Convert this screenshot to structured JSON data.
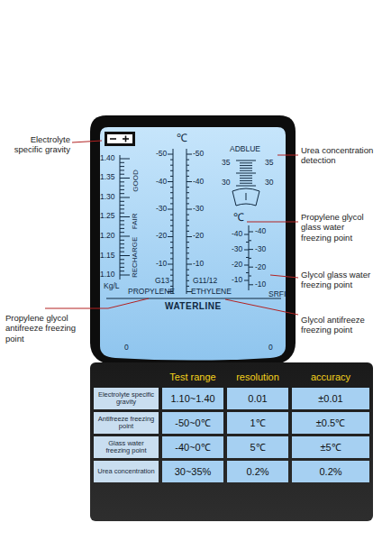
{
  "diagram": {
    "labels": [
      "1.40",
      "1.35",
      "1.30",
      "1.25",
      "1.20",
      "1.15",
      "1.10",
      "Kg/L",
      "GOOD",
      "FAIR",
      "RECHARGE",
      "℃",
      "-50",
      "-40",
      "-30",
      "-20",
      "-10",
      "G13",
      "PROPYLENE",
      "-50",
      "-40",
      "-30",
      "-20",
      "-10",
      "G11/12",
      "ETHYLENE",
      "ADBLUE",
      "35",
      "35",
      "30",
      "30",
      "℃",
      "-40",
      "-30",
      "-20",
      "-10",
      "-40",
      "-30",
      "-20",
      "-10",
      "SRFI",
      "WATERLINE",
      "0",
      "0",
      "Electrolyte specific gravity",
      "Urea concentration detection",
      "Propylene glycol glass water freezing point",
      "Glycol glass water freezing point",
      "Propylene glycol antifreeze freezing point",
      "Glycol antifreeze freezing point",
      "Test range",
      "resolution",
      "accuracy",
      "Electrolyte specific gravity",
      "1.10~1.40",
      "0.01",
      "±0.01",
      "Antifreeze freezing point",
      "-50~0℃",
      "1℃",
      "±0.5℃",
      "Glass water freezing point",
      "-40~0℃",
      "5℃",
      "±5℃",
      "Urea concentration",
      "30~35%",
      "0.2%",
      "0.2%"
    ]
  }
}
